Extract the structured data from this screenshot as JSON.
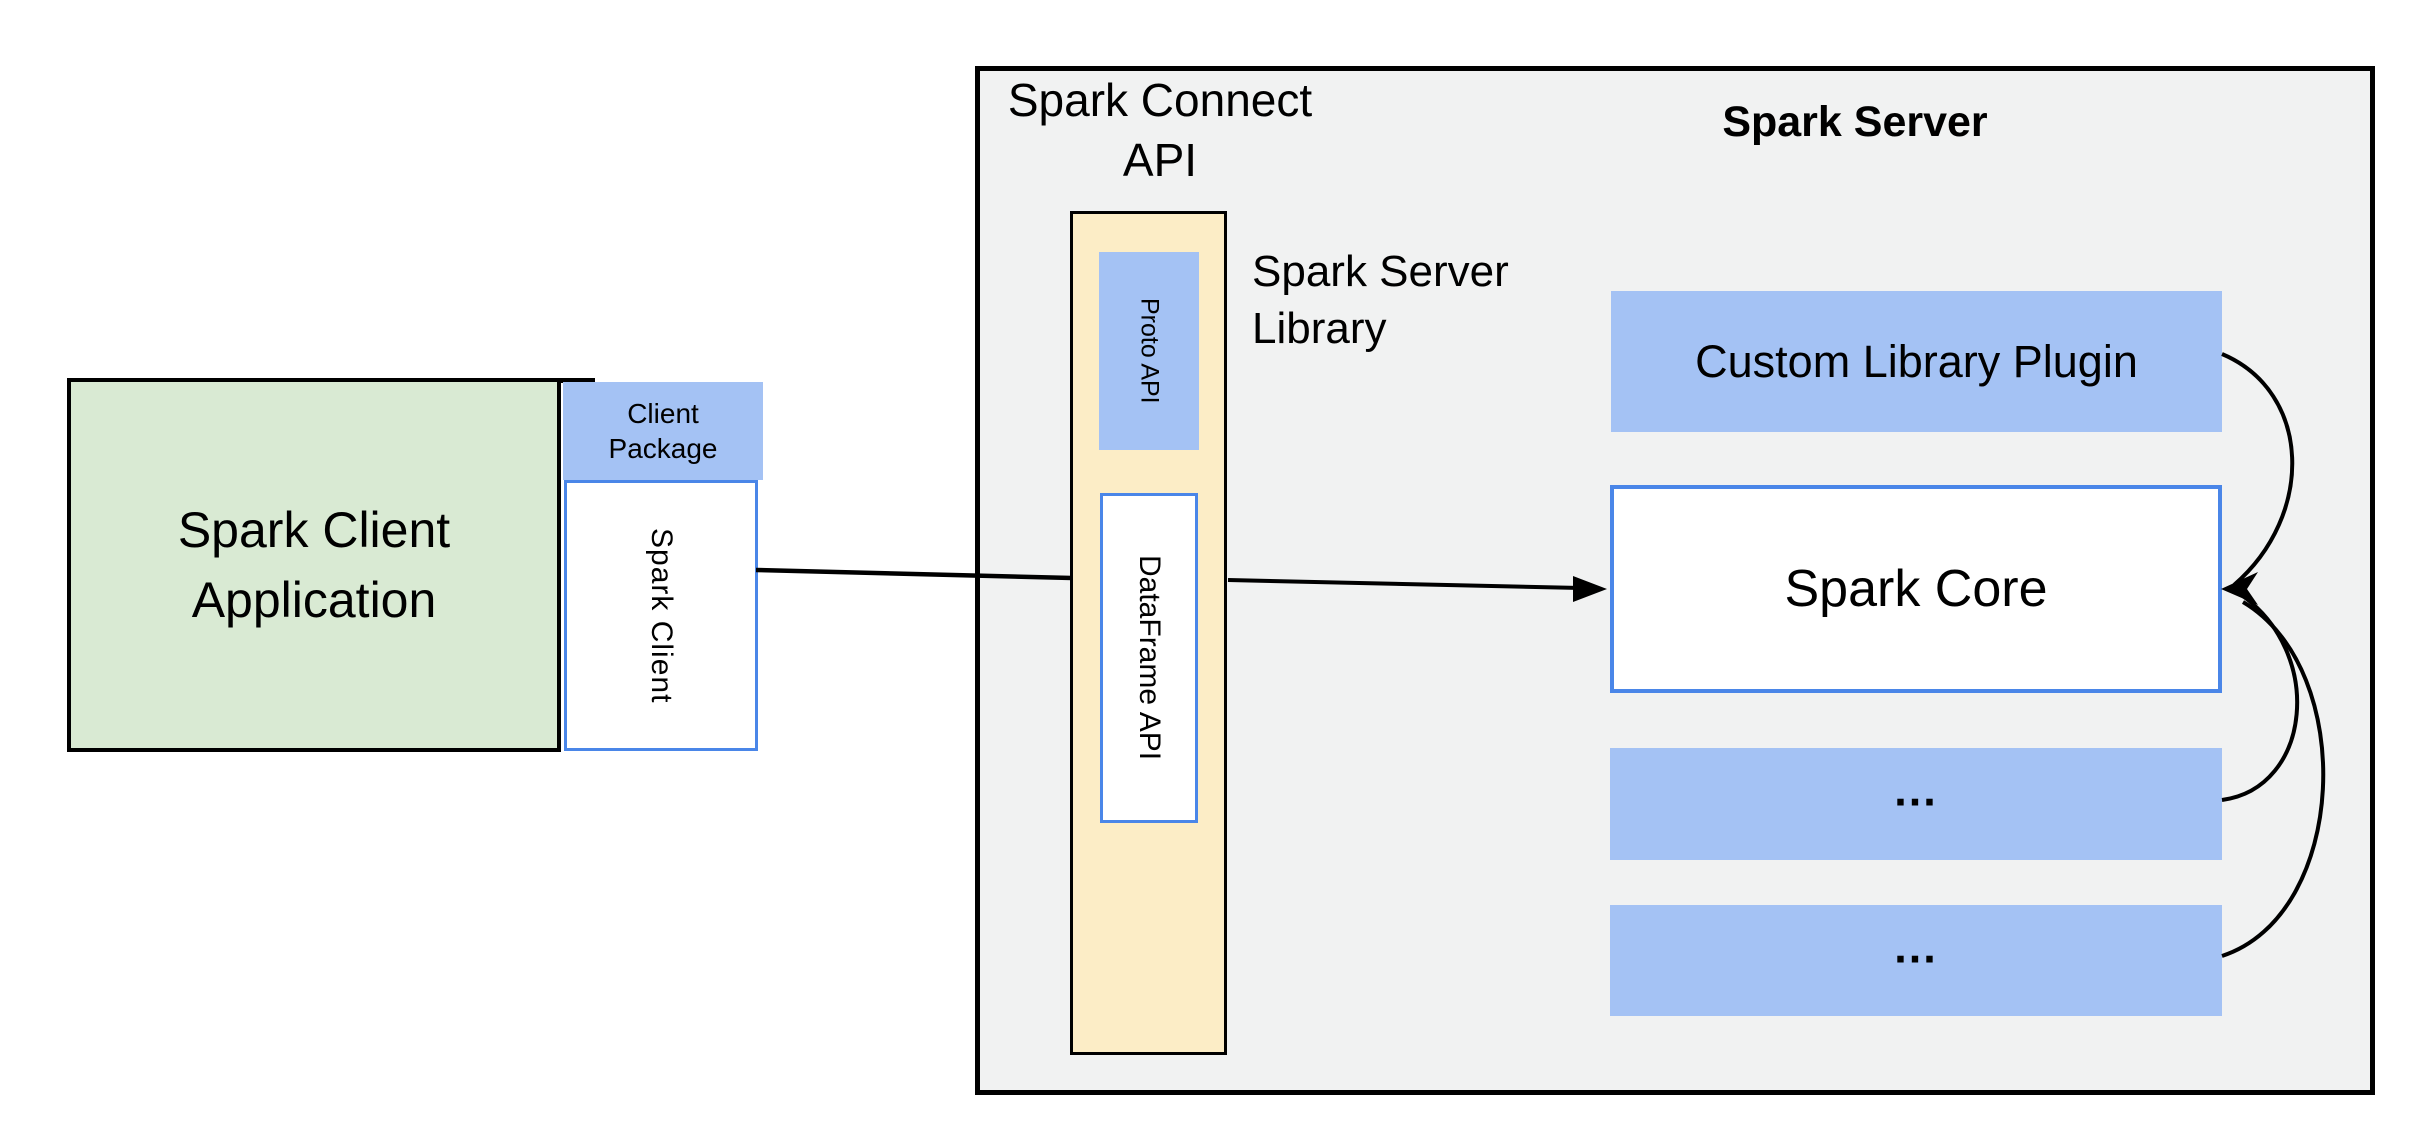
{
  "colors": {
    "client_app_fill": "#d9ead3",
    "accent_blue_fill": "#a4c2f4",
    "library_fill": "#fcedc6",
    "server_fill": "#f1f2f2",
    "box_border_blue": "#4a86e8",
    "line_black": "#000000"
  },
  "client": {
    "app_label": "Spark Client\nApplication",
    "package_label": "Client\nPackage",
    "client_label": "Spark Client"
  },
  "connect": {
    "title": "Spark Connect\nAPI",
    "proto_label": "Proto API",
    "dataframe_label": "DataFrame API",
    "library_label": "Spark Server\nLibrary"
  },
  "server": {
    "title": "Spark Server",
    "plugin_label": "Custom Library Plugin",
    "core_label": "Spark Core",
    "ellipsis_top": "...",
    "ellipsis_bottom": "..."
  }
}
